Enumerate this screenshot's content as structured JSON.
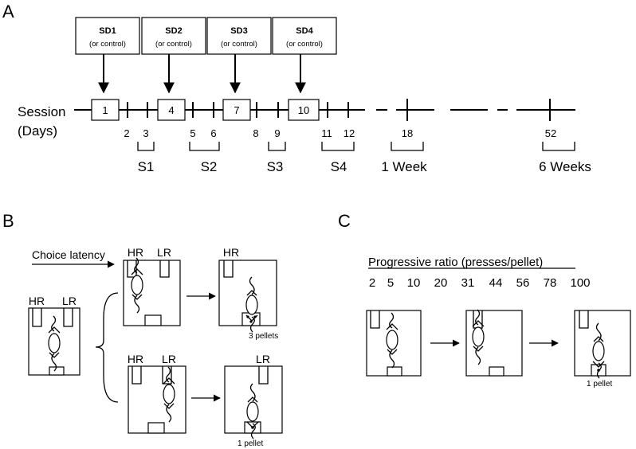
{
  "panels": {
    "a": "A",
    "b": "B",
    "c": "C"
  },
  "panel_a": {
    "sd_boxes": [
      {
        "title": "SD1",
        "sub": "(or control)"
      },
      {
        "title": "SD2",
        "sub": "(or control)"
      },
      {
        "title": "SD3",
        "sub": "(or control)"
      },
      {
        "title": "SD4",
        "sub": "(or control)"
      }
    ],
    "axis_label": {
      "line1": "Session",
      "line2": "(Days)"
    },
    "boxed_days": [
      "1",
      "4",
      "7",
      "10"
    ],
    "day_labels": [
      "2",
      "3",
      "5",
      "6",
      "8",
      "9",
      "11",
      "12",
      "18",
      "52"
    ],
    "segments": [
      "S1",
      "S2",
      "S3",
      "S4",
      "1 Week",
      "6 Weeks"
    ]
  },
  "panel_b": {
    "choice_latency": "Choice latency",
    "hr": "HR",
    "lr": "LR",
    "three_pellets": "3 pellets",
    "one_pellet": "1 pellet"
  },
  "panel_c": {
    "title": "Progressive ratio (presses/pellet)",
    "ratios": [
      "2",
      "5",
      "10",
      "20",
      "31",
      "44",
      "56",
      "78",
      "100"
    ],
    "one_pellet": "1 pellet"
  }
}
